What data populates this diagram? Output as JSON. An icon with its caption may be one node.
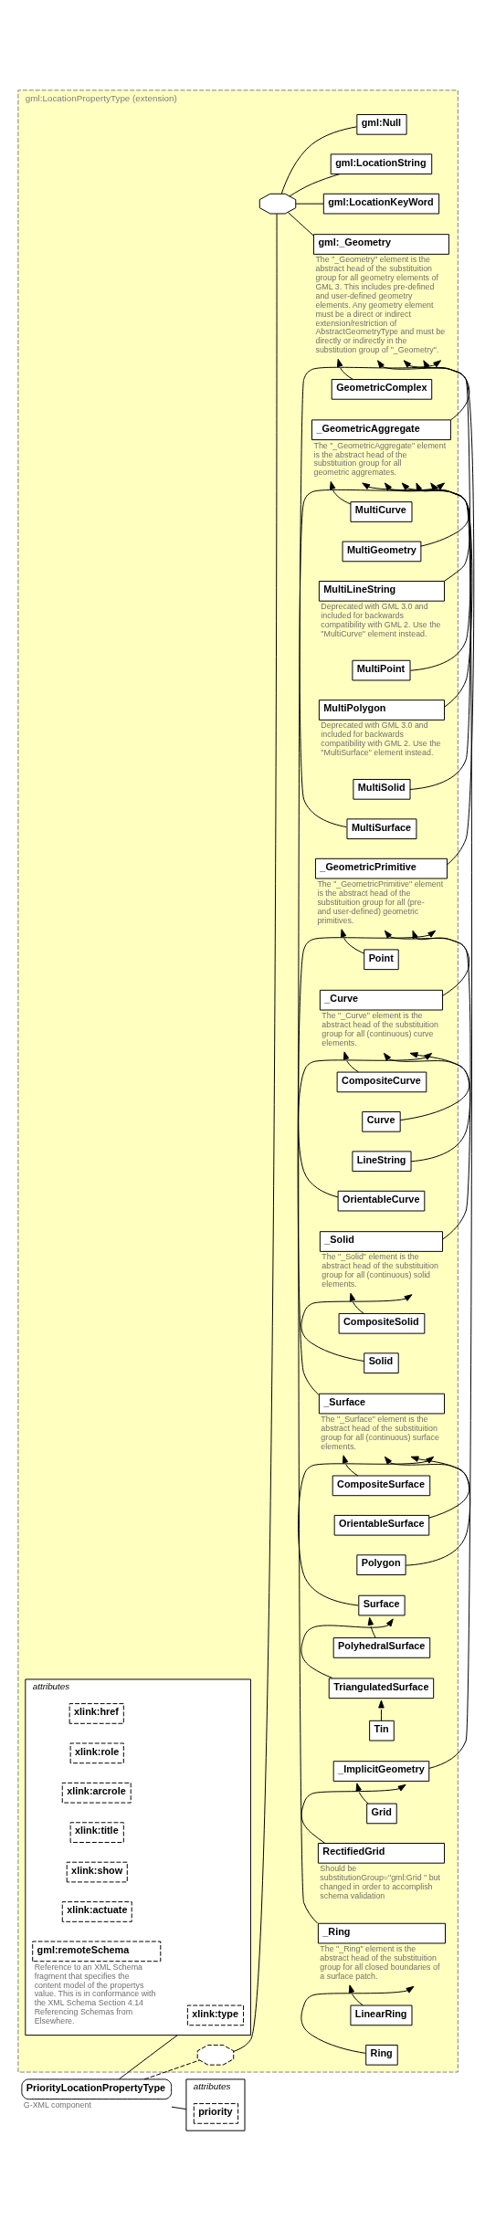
{
  "diagram": {
    "nodes": [
      {
        "text": [
          "PriorityLocationPropertyType"
        ],
        "beside": [
          "G-XML component"
        ]
      },
      {
        "text": [
          "gml:LocationPropertyType (extension)"
        ]
      },
      {
        "text": [
          "attributes"
        ],
        "in": 1
      },
      {
        "text": [
          "xlink:type"
        ],
        "in": 2
      },
      {
        "text": [
          "xlink:href"
        ],
        "in": 2
      },
      {
        "text": [
          "xlink:role"
        ],
        "in": 2
      },
      {
        "text": [
          "xlink:arcrole"
        ],
        "in": 2
      },
      {
        "text": [
          "xlink:title"
        ],
        "in": 2
      },
      {
        "text": [
          "xlink:show"
        ],
        "in": 2
      },
      {
        "text": [
          "xlink:actuate"
        ],
        "in": 2
      },
      {
        "text": [
          "gml:remoteSchema"
        ],
        "in": 2,
        "beside": [
          "Reference to an XML Schema fragment that specifies the content model of the propertys value. This is in conformance with the XML Schema Section 4.14 Referencing Schemas from Elsewhere."
        ]
      },
      {
        "text": [],
        "shape": "octagon",
        "in": 1
      },
      {
        "text": [],
        "shape": "octagon",
        "in": 1
      },
      {
        "text": [
          "gml:_Geometry"
        ],
        "in": 1,
        "beside": [
          "The \"_Geometry\" element is the abstract head of the substituition group for all geometry elements of GML 3. This includes pre-defined and user-defined geometry elements. Any geometry element must be a direct or indirect extension/restriction of AbstractGeometryType and must be directly or indirectly in the substitution group of \"_Geometry\"."
        ]
      },
      {
        "text": [
          "GeometricComplex"
        ],
        "in": 1
      },
      {
        "text": [
          "_GeometricAggregate"
        ],
        "in": 1,
        "beside": [
          "The \"_GeometricAggregate\" element is the abstract head of the substituition group for all geometric aggremates."
        ]
      },
      {
        "text": [
          "MultiCurve"
        ],
        "in": 1
      },
      {
        "text": [
          "MultiGeometry"
        ],
        "in": 1
      },
      {
        "text": [
          "MultiLineString"
        ],
        "in": 1,
        "beside": [
          "Deprecated with GML 3.0 and included for backwards compatibility with GML 2. Use the \"MultiCurve\" element instead."
        ]
      },
      {
        "text": [
          "MultiPoint"
        ],
        "in": 1
      },
      {
        "text": [
          "MultiPolygon"
        ],
        "in": 1,
        "beside": [
          "Deprecated with GML 3.0 and included for backwards compatibility with GML 2. Use the \"MultiSurface\" element instead."
        ]
      },
      {
        "text": [
          "MultiSolid"
        ],
        "in": 1
      },
      {
        "text": [
          "MultiSurface"
        ],
        "in": 1
      },
      {
        "text": [
          "_GeometricPrimitive"
        ],
        "in": 1,
        "beside": [
          "The \"_GeometricPrimitive\" element is the abstract head of the substituition group for all (pre- and user-defined) geometric primitives."
        ]
      },
      {
        "text": [
          "Point"
        ],
        "in": 1
      },
      {
        "text": [
          "_Curve"
        ],
        "in": 1,
        "beside": [
          "The \"_Curve\" element is the abstract head of the substituition group for all (continuous) curve elements."
        ]
      },
      {
        "text": [
          "CompositeCurve"
        ],
        "in": 1
      },
      {
        "text": [
          "Curve"
        ],
        "in": 1
      },
      {
        "text": [
          "LineString"
        ],
        "in": 1
      },
      {
        "text": [
          "OrientableCurve"
        ],
        "in": 1
      },
      {
        "text": [
          "_Solid"
        ],
        "in": 1,
        "beside": [
          "The \"_Solid\" element is the abstract head of the substituition group for all (continuous) solid elements."
        ]
      },
      {
        "text": [
          "CompositeSolid"
        ],
        "in": 1
      },
      {
        "text": [
          "Solid"
        ],
        "in": 1
      },
      {
        "text": [
          "_Surface"
        ],
        "in": 1,
        "beside": [
          "The \"_Surface\" element is the abstract head of the substituition group for all (continuous) surface elements."
        ]
      },
      {
        "text": [
          "CompositeSurface"
        ],
        "in": 1
      },
      {
        "text": [
          "OrientableSurface"
        ],
        "in": 1
      },
      {
        "text": [
          "Polygon"
        ],
        "in": 1
      },
      {
        "text": [
          "Surface"
        ],
        "in": 1
      },
      {
        "text": [
          "PolyhedralSurface"
        ],
        "in": 1
      },
      {
        "text": [
          "TriangulatedSurface"
        ],
        "in": 1
      },
      {
        "text": [
          "Tin"
        ],
        "in": 1
      },
      {
        "text": [
          "_ImplicitGeometry"
        ],
        "in": 1
      },
      {
        "text": [
          "Grid"
        ],
        "in": 1
      },
      {
        "text": [
          "RectifiedGrid"
        ],
        "in": 1,
        "beside": [
          "Should be substitutionGroup=\"gml:Grid \" but changed in order to accomplish schema validation"
        ]
      },
      {
        "text": [
          "_Ring"
        ],
        "in": 1,
        "beside": [
          "The \"_Ring\" element is the abstract head of the substituition group for all closed boundaries of a surface patch."
        ]
      },
      {
        "text": [
          "LinearRing"
        ],
        "in": 1
      },
      {
        "text": [
          "Ring"
        ],
        "in": 1
      },
      {
        "text": [
          "gml:LocationKeyWord"
        ],
        "in": 1
      },
      {
        "text": [
          "gml:LocationString"
        ],
        "in": 1
      },
      {
        "text": [
          "gml:Null"
        ],
        "in": 1
      },
      {
        "text": [
          "attributes"
        ]
      },
      {
        "text": [
          "priority"
        ],
        "in": 50
      }
    ],
    "edges": [
      {
        "from": 0,
        "to": 2,
        "arrow": "none"
      },
      {
        "from": 0,
        "to": 11,
        "arrow": "none",
        "style": "dashed"
      },
      {
        "from": 11,
        "to": 12,
        "arrow": "none"
      },
      {
        "from": 12,
        "to": 13,
        "arrow": "none"
      },
      {
        "from": 14,
        "to": 13,
        "arrow": "to"
      },
      {
        "from": 15,
        "to": 13,
        "arrow": "to"
      },
      {
        "from": 16,
        "to": 15,
        "arrow": "to"
      },
      {
        "from": 17,
        "to": 15,
        "arrow": "to"
      },
      {
        "from": 18,
        "to": 15,
        "arrow": "to"
      },
      {
        "from": 19,
        "to": 15,
        "arrow": "to"
      },
      {
        "from": 20,
        "to": 15,
        "arrow": "to"
      },
      {
        "from": 21,
        "to": 15,
        "arrow": "to"
      },
      {
        "from": 22,
        "to": 15,
        "arrow": "to"
      },
      {
        "from": 23,
        "to": 13,
        "arrow": "to"
      },
      {
        "from": 24,
        "to": 23,
        "arrow": "to"
      },
      {
        "from": 25,
        "to": 23,
        "arrow": "to"
      },
      {
        "from": 26,
        "to": 25,
        "arrow": "to"
      },
      {
        "from": 27,
        "to": 25,
        "arrow": "to"
      },
      {
        "from": 28,
        "to": 25,
        "arrow": "to"
      },
      {
        "from": 29,
        "to": 25,
        "arrow": "to"
      },
      {
        "from": 30,
        "to": 23,
        "arrow": "to"
      },
      {
        "from": 31,
        "to": 30,
        "arrow": "to"
      },
      {
        "from": 32,
        "to": 30,
        "arrow": "to"
      },
      {
        "from": 33,
        "to": 23,
        "arrow": "to"
      },
      {
        "from": 34,
        "to": 33,
        "arrow": "to"
      },
      {
        "from": 35,
        "to": 33,
        "arrow": "to"
      },
      {
        "from": 36,
        "to": 33,
        "arrow": "to"
      },
      {
        "from": 37,
        "to": 33,
        "arrow": "to"
      },
      {
        "from": 38,
        "to": 37,
        "arrow": "to"
      },
      {
        "from": 39,
        "to": 37,
        "arrow": "to"
      },
      {
        "from": 40,
        "to": 39,
        "arrow": "to"
      },
      {
        "from": 41,
        "to": 13,
        "arrow": "to"
      },
      {
        "from": 42,
        "to": 41,
        "arrow": "to"
      },
      {
        "from": 43,
        "to": 41,
        "arrow": "to"
      },
      {
        "from": 44,
        "to": 13,
        "arrow": "to"
      },
      {
        "from": 45,
        "to": 44,
        "arrow": "to"
      },
      {
        "from": 46,
        "to": 44,
        "arrow": "to"
      },
      {
        "from": 12,
        "to": 47,
        "arrow": "none"
      },
      {
        "from": 12,
        "to": 48,
        "arrow": "none"
      },
      {
        "from": 12,
        "to": 49,
        "arrow": "none"
      },
      {
        "from": 0,
        "to": 50,
        "arrow": "none"
      }
    ]
  }
}
